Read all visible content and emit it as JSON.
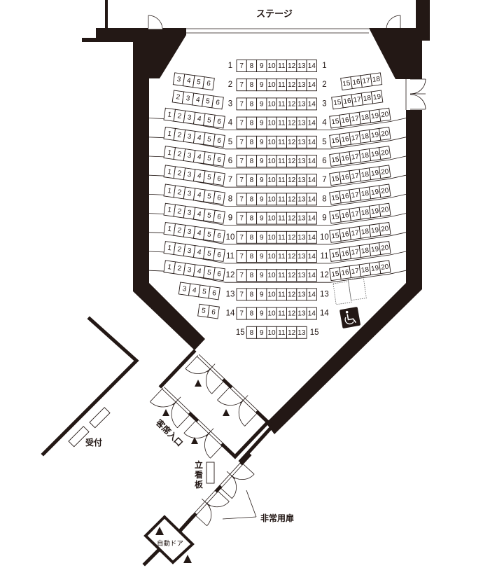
{
  "stage_label": "ステージ",
  "colors": {
    "ink": "#231815",
    "background": "#ffffff"
  },
  "rows": [
    {
      "row": "1",
      "left": [],
      "center": [
        "7",
        "8",
        "9",
        "10",
        "11",
        "12",
        "13",
        "14"
      ],
      "right": []
    },
    {
      "row": "2",
      "left": [
        "3",
        "4",
        "5",
        "6"
      ],
      "center": [
        "7",
        "8",
        "9",
        "10",
        "11",
        "12",
        "13",
        "14"
      ],
      "right": [
        "15",
        "16",
        "17",
        "18"
      ]
    },
    {
      "row": "3",
      "left": [
        "2",
        "3",
        "4",
        "5",
        "6"
      ],
      "center": [
        "7",
        "8",
        "9",
        "10",
        "11",
        "12",
        "13",
        "14"
      ],
      "right": [
        "15",
        "16",
        "17",
        "18",
        "19"
      ]
    },
    {
      "row": "4",
      "left": [
        "1",
        "2",
        "3",
        "4",
        "5",
        "6"
      ],
      "center": [
        "7",
        "8",
        "9",
        "10",
        "11",
        "12",
        "13",
        "14"
      ],
      "right": [
        "15",
        "16",
        "17",
        "18",
        "19",
        "20"
      ]
    },
    {
      "row": "5",
      "left": [
        "1",
        "2",
        "3",
        "4",
        "5",
        "6"
      ],
      "center": [
        "7",
        "8",
        "9",
        "10",
        "11",
        "12",
        "13",
        "14"
      ],
      "right": [
        "15",
        "16",
        "17",
        "18",
        "19",
        "20"
      ]
    },
    {
      "row": "6",
      "left": [
        "1",
        "2",
        "3",
        "4",
        "5",
        "6"
      ],
      "center": [
        "7",
        "8",
        "9",
        "10",
        "11",
        "12",
        "13",
        "14"
      ],
      "right": [
        "15",
        "16",
        "17",
        "18",
        "19",
        "20"
      ]
    },
    {
      "row": "7",
      "left": [
        "1",
        "2",
        "3",
        "4",
        "5",
        "6"
      ],
      "center": [
        "7",
        "8",
        "9",
        "10",
        "11",
        "12",
        "13",
        "14"
      ],
      "right": [
        "15",
        "16",
        "17",
        "18",
        "19",
        "20"
      ]
    },
    {
      "row": "8",
      "left": [
        "1",
        "2",
        "3",
        "4",
        "5",
        "6"
      ],
      "center": [
        "7",
        "8",
        "9",
        "10",
        "11",
        "12",
        "13",
        "14"
      ],
      "right": [
        "15",
        "16",
        "17",
        "18",
        "19",
        "20"
      ]
    },
    {
      "row": "9",
      "left": [
        "1",
        "2",
        "3",
        "4",
        "5",
        "6"
      ],
      "center": [
        "7",
        "8",
        "9",
        "10",
        "11",
        "12",
        "13",
        "14"
      ],
      "right": [
        "15",
        "16",
        "17",
        "18",
        "19",
        "20"
      ]
    },
    {
      "row": "10",
      "left": [
        "1",
        "2",
        "3",
        "4",
        "5",
        "6"
      ],
      "center": [
        "7",
        "8",
        "9",
        "10",
        "11",
        "12",
        "13",
        "14"
      ],
      "right": [
        "15",
        "16",
        "17",
        "18",
        "19",
        "20"
      ]
    },
    {
      "row": "11",
      "left": [
        "1",
        "2",
        "3",
        "4",
        "5",
        "6"
      ],
      "center": [
        "7",
        "8",
        "9",
        "10",
        "11",
        "12",
        "13",
        "14"
      ],
      "right": [
        "15",
        "16",
        "17",
        "18",
        "19",
        "20"
      ]
    },
    {
      "row": "12",
      "left": [
        "1",
        "2",
        "3",
        "4",
        "5",
        "6"
      ],
      "center": [
        "7",
        "8",
        "9",
        "10",
        "11",
        "12",
        "13",
        "14"
      ],
      "right": [
        "15",
        "16",
        "17",
        "18",
        "19",
        "20"
      ]
    },
    {
      "row": "13",
      "left": [
        "3",
        "4",
        "5",
        "6"
      ],
      "center": [
        "7",
        "8",
        "9",
        "10",
        "11",
        "12",
        "13",
        "14"
      ],
      "right": []
    },
    {
      "row": "14",
      "left": [
        "5",
        "6"
      ],
      "center": [
        "7",
        "8",
        "9",
        "10",
        "11",
        "12",
        "13",
        "14"
      ],
      "right": []
    },
    {
      "row": "15",
      "left": [],
      "center": [
        "8",
        "9",
        "10",
        "11",
        "12",
        "13"
      ],
      "right": []
    }
  ],
  "labels": {
    "reception": "受付",
    "entrance": "客席入口",
    "signboard": [
      "立",
      "看",
      "板"
    ],
    "emergency_door": "非常用扉",
    "auto_door": "自動ドア"
  },
  "icons": {
    "wheelchair": "wheelchair-icon",
    "arrow": "entry-arrow-icon"
  }
}
